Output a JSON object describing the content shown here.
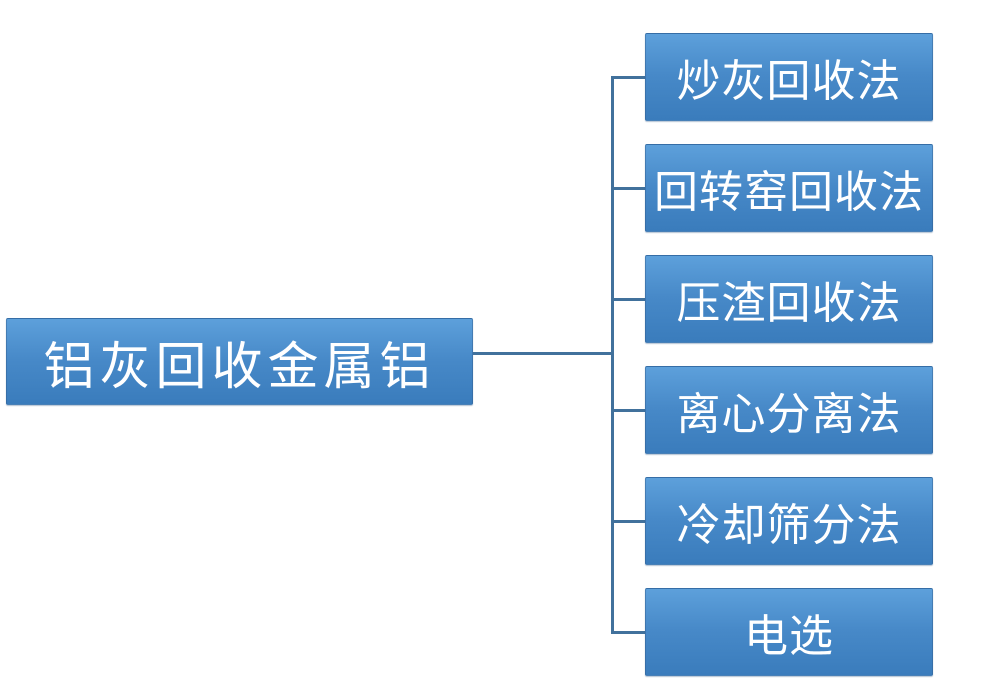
{
  "diagram": {
    "type": "hierarchy",
    "root": {
      "label": "铝灰回收金属铝"
    },
    "children": [
      {
        "label": "炒灰回收法"
      },
      {
        "label": "回转窑回收法"
      },
      {
        "label": "压渣回收法"
      },
      {
        "label": "离心分离法"
      },
      {
        "label": "冷却筛分法"
      },
      {
        "label": "电选"
      }
    ],
    "colors": {
      "box_top": "#5da0db",
      "box_bottom": "#3a7cbc",
      "connector": "#41719c",
      "text": "#ffffff",
      "background": "#ffffff"
    }
  }
}
